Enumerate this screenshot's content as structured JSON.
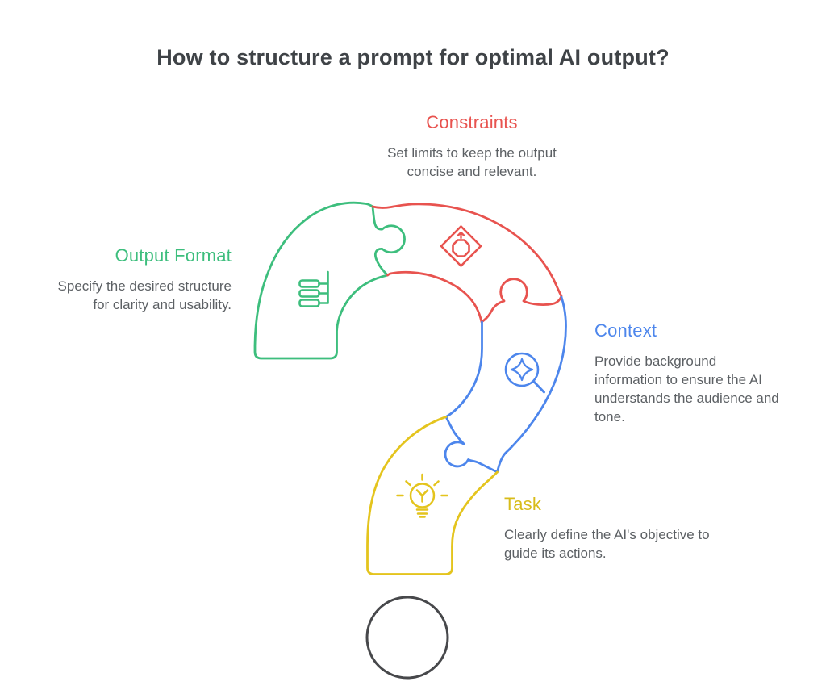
{
  "title": "How to structure a prompt for optimal AI output?",
  "figure": {
    "type": "question-mark-puzzle-infographic",
    "pieces_order": [
      "output_format",
      "constraints",
      "context",
      "task"
    ],
    "dot": "dark outlined circle forming the question mark dot"
  },
  "sections": {
    "constraints": {
      "label": "Constraints",
      "description": "Set limits to keep the output concise and relevant.",
      "color": "#E8534F",
      "icon": "limit-diamond-icon"
    },
    "output_format": {
      "label": "Output Format",
      "description": "Specify the desired structure for clarity and usability.",
      "color": "#3DBE7D",
      "icon": "structure-list-icon"
    },
    "context": {
      "label": "Context",
      "description": "Provide background information to ensure the AI understands the audience and tone.",
      "color": "#4D86EC",
      "icon": "magnifier-sparkle-icon"
    },
    "task": {
      "label": "Task",
      "description": "Clearly define the AI's objective to guide its actions.",
      "color": "#E4C41D",
      "icon": "lightbulb-icon"
    }
  },
  "colors": {
    "background": "#FFFFFF",
    "title_text": "#3F4347",
    "body_text": "#5C6064",
    "green": "#3DBE7D",
    "red": "#E8534F",
    "blue": "#4D86EC",
    "yellow": "#E4C41D",
    "dot_outline": "#47484B"
  }
}
